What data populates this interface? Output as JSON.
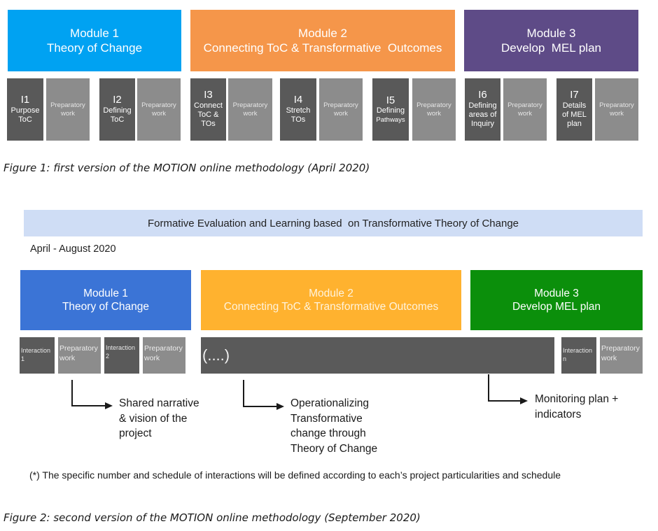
{
  "figure1": {
    "modules": [
      {
        "title": "Module 1",
        "subtitle": "Theory of Change",
        "color": "#00A2F2"
      },
      {
        "title": "Module 2",
        "subtitle": "Connecting ToC & Transformative  Outcomes",
        "color": "#F5964A"
      },
      {
        "title": "Module 3",
        "subtitle": "Develop  MEL plan",
        "color": "#5E4B87"
      }
    ],
    "interactions": [
      {
        "id": "I1",
        "lines": [
          "Purpose",
          "ToC"
        ],
        "prep": [
          "Preparatory",
          "work"
        ]
      },
      {
        "id": "I2",
        "lines": [
          "Defining",
          "ToC"
        ],
        "prep": [
          "Preparatory",
          "work"
        ]
      },
      {
        "id": "I3",
        "lines": [
          "Connect",
          "ToC &",
          "TOs"
        ],
        "prep": [
          "Preparatory",
          "work"
        ]
      },
      {
        "id": "I4",
        "lines": [
          "Stretch",
          "TOs"
        ],
        "prep": [
          "Preparatory",
          "work"
        ]
      },
      {
        "id": "I5",
        "lines": [
          "Defining",
          "Pathways"
        ],
        "prep": [
          "Preparatory",
          "work"
        ]
      },
      {
        "id": "I6",
        "lines": [
          "Defining",
          "areas of",
          "Inquiry"
        ],
        "prep": [
          "Preparatory",
          "work"
        ]
      },
      {
        "id": "I7",
        "lines": [
          "Details",
          "of MEL",
          "plan"
        ],
        "prep": [
          "Preparatory",
          "work"
        ]
      }
    ],
    "caption": "Figure 1: first version of the MOTION online methodology (April 2020)"
  },
  "figure2": {
    "header": "Formative Evaluation and Learning based  on Transformative Theory of Change",
    "period": "April - August 2020",
    "modules": [
      {
        "title": "Module 1",
        "subtitle": "Theory of Change",
        "color": "#3B74D6"
      },
      {
        "title": "Module 2",
        "subtitle": "Connecting ToC & Transformative Outcomes",
        "color": "#FFB22F"
      },
      {
        "title": "Module 3",
        "subtitle": "Develop MEL plan",
        "color": "#0B8F0B"
      }
    ],
    "row": {
      "interaction1": [
        "Interaction",
        "1"
      ],
      "prep1": [
        "Preparatory",
        "work"
      ],
      "interaction2": [
        "Interaction",
        "2"
      ],
      "prep2": [
        "Preparatory",
        "work"
      ],
      "ellipsis": "(....)",
      "interactionN": [
        "Interaction",
        "n"
      ],
      "prepN": [
        "Preparatory",
        "work"
      ]
    },
    "outcomes": [
      {
        "lines": [
          "Shared narrative",
          "& vision of the",
          "project"
        ]
      },
      {
        "lines": [
          "Operationalizing",
          "Transformative",
          "change through",
          "Theory of Change"
        ]
      },
      {
        "lines": [
          "Monitoring plan +",
          "indicators"
        ]
      }
    ],
    "footnote": "(*) The specific number and schedule of interactions will be defined according to each’s project particularities and schedule",
    "caption": "Figure 2: second version of the MOTION online methodology (September 2020)"
  }
}
